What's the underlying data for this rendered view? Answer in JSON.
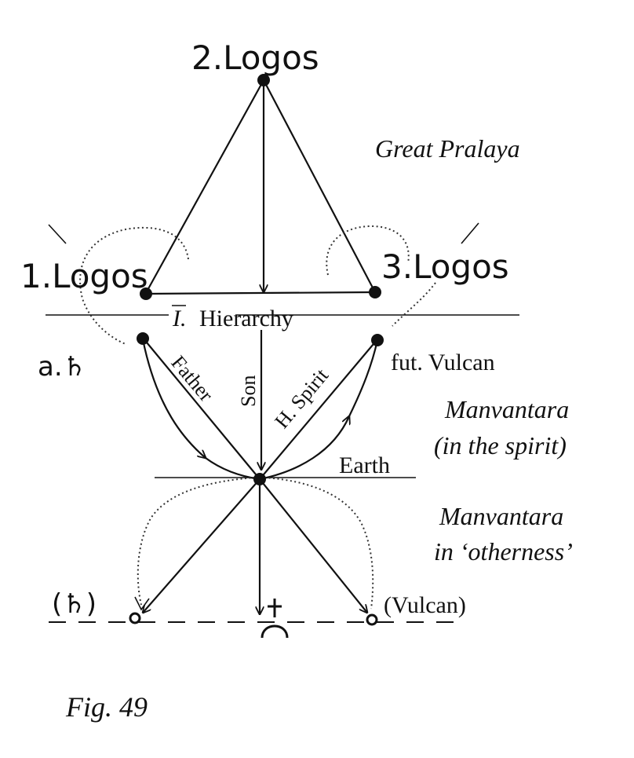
{
  "nodes": {
    "logos2": "2.Logos",
    "logos1": "1.Logos",
    "logos3": "3.Logos"
  },
  "labels": {
    "great_pralaya": "Great Pralaya",
    "hierarchy_numeral": "I.",
    "hierarchy": "Hierarchy",
    "father": "Father",
    "son": "Son",
    "holy_spirit": "H. Spirit",
    "earth": "Earth",
    "past_saturn": "a.♄",
    "future_vulcan": "fut. Vulcan",
    "manvantara_spirit_1": "Manvantara",
    "manvantara_spirit_2": "(in the spirit)",
    "manvantara_other_1": "Manvantara",
    "manvantara_other_2": "in ‘otherness’",
    "saturn_bracket": "(♄)",
    "vulcan_bracket": "(Vulcan)",
    "caption": "Fig. 49"
  },
  "icons": {
    "saturn": "saturn-icon",
    "earth_symbol": "earth-symbol-icon"
  }
}
